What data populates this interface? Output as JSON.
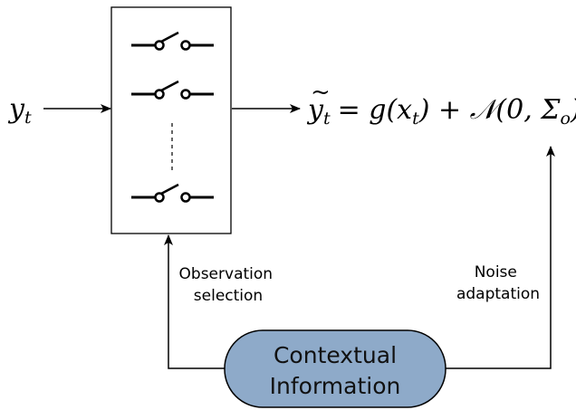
{
  "input": {
    "symbol": "y",
    "subscript": "t"
  },
  "output": {
    "lhs_symbol": "y",
    "lhs_subscript": "t",
    "tilde": "~",
    "rhs_part1": "= g(x",
    "rhs_sub1": "t",
    "rhs_part2": ") + ",
    "normal_symbol": "𝒩",
    "rhs_part3": "(0, Σ",
    "rhs_sub2": "o",
    "rhs_part4": ")"
  },
  "labels": {
    "observation_selection_line1": "Observation",
    "observation_selection_line2": "selection",
    "noise_adaptation_line1": "Noise",
    "noise_adaptation_line2": "adaptation"
  },
  "context_node": {
    "line1": "Contextual",
    "line2": "Information",
    "fill_color": "#8eaac9"
  },
  "switch_block": {
    "switch_count_visible": 3,
    "has_ellipsis": true
  }
}
